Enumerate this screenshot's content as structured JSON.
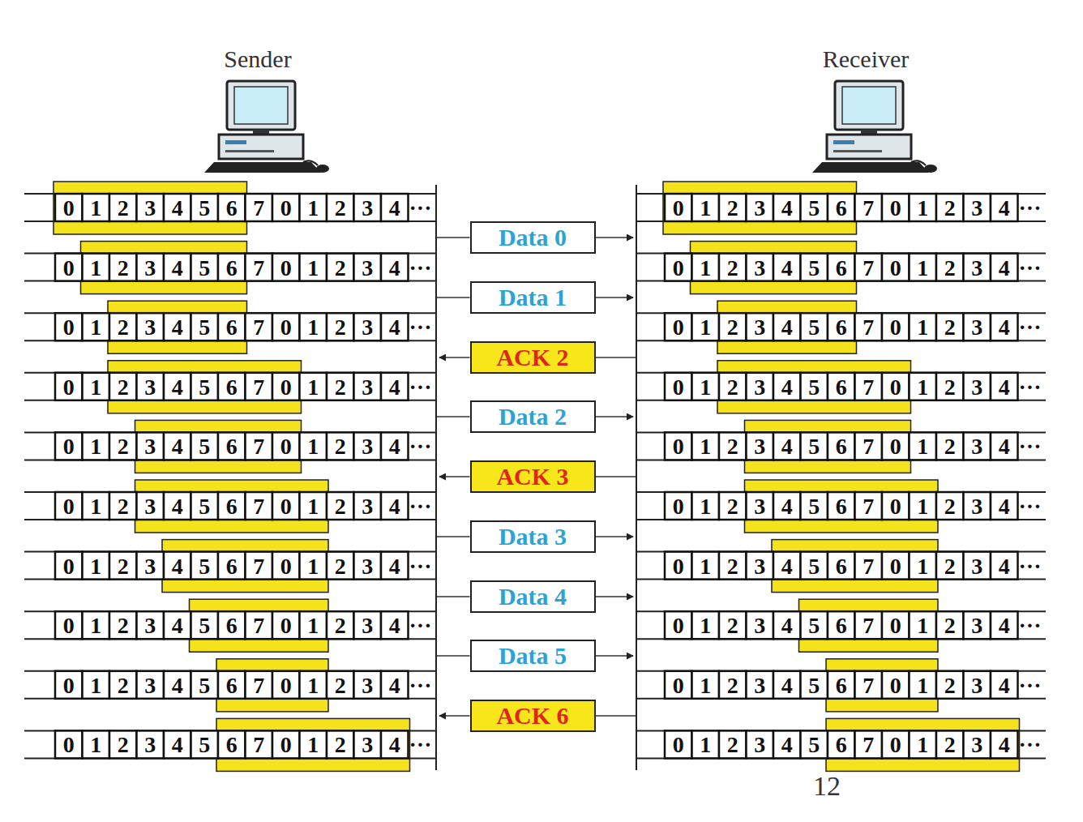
{
  "diagram": {
    "nodes": [
      {
        "text": [
          "Data 0"
        ]
      },
      {
        "text": [
          "Data 1"
        ]
      },
      {
        "text": [
          "ACK 2"
        ]
      },
      {
        "text": [
          "Data 2"
        ]
      },
      {
        "text": [
          "ACK 3"
        ]
      },
      {
        "text": [
          "Data 3"
        ]
      },
      {
        "text": [
          "Data 4"
        ]
      },
      {
        "text": [
          "Data 5"
        ]
      },
      {
        "text": [
          "ACK 6"
        ]
      }
    ],
    "labels": [
      "Sender",
      "Receiver",
      "0",
      "1",
      "2",
      "3",
      "4",
      "5",
      "6",
      "7",
      "0",
      "1",
      "2",
      "3",
      "4",
      "···",
      "0",
      "1",
      "2",
      "3",
      "4",
      "5",
      "6",
      "7",
      "0",
      "1",
      "2",
      "3",
      "4",
      "···",
      "0",
      "1",
      "2",
      "3",
      "4",
      "5",
      "6",
      "7",
      "0",
      "1",
      "2",
      "3",
      "4",
      "···",
      "0",
      "1",
      "2",
      "3",
      "4",
      "5",
      "6",
      "7",
      "0",
      "1",
      "2",
      "3",
      "4",
      "···",
      "0",
      "1",
      "2",
      "3",
      "4",
      "5",
      "6",
      "7",
      "0",
      "1",
      "2",
      "3",
      "4",
      "···",
      "0",
      "1",
      "2",
      "3",
      "4",
      "5",
      "6",
      "7",
      "0",
      "1",
      "2",
      "3",
      "4",
      "···",
      "0",
      "1",
      "2",
      "3",
      "4",
      "5",
      "6",
      "7",
      "0",
      "1",
      "2",
      "3",
      "4",
      "···",
      "0",
      "1",
      "2",
      "3",
      "4",
      "5",
      "6",
      "7",
      "0",
      "1",
      "2",
      "3",
      "4",
      "···",
      "0",
      "1",
      "2",
      "3",
      "4",
      "5",
      "6",
      "7",
      "0",
      "1",
      "2",
      "3",
      "4",
      "···",
      "0",
      "1",
      "2",
      "3",
      "4",
      "5",
      "6",
      "7",
      "0",
      "1",
      "2",
      "3",
      "4",
      "···",
      "0",
      "1",
      "2",
      "3",
      "4",
      "5",
      "6",
      "7",
      "0",
      "1",
      "2",
      "3",
      "4",
      "···",
      "0",
      "1",
      "2",
      "3",
      "4",
      "5",
      "6",
      "7",
      "0",
      "1",
      "2",
      "3",
      "4",
      "···",
      "0",
      "1",
      "2",
      "3",
      "4",
      "5",
      "6",
      "7",
      "0",
      "1",
      "2",
      "3",
      "4",
      "···",
      "0",
      "1",
      "2",
      "3",
      "4",
      "5",
      "6",
      "7",
      "0",
      "1",
      "2",
      "3",
      "4",
      "···",
      "0",
      "1",
      "2",
      "3",
      "4",
      "5",
      "6",
      "7",
      "0",
      "1",
      "2",
      "3",
      "4",
      "···",
      "0",
      "1",
      "2",
      "3",
      "4",
      "5",
      "6",
      "7",
      "0",
      "1",
      "2",
      "3",
      "4",
      "···",
      "0",
      "1",
      "2",
      "3",
      "4",
      "5",
      "6",
      "7",
      "0",
      "1",
      "2",
      "3",
      "4",
      "···",
      "0",
      "1",
      "2",
      "3",
      "4",
      "5",
      "6",
      "7",
      "0",
      "1",
      "2",
      "3",
      "4",
      "···",
      "0",
      "1",
      "2",
      "3",
      "4",
      "5",
      "6",
      "7",
      "0",
      "1",
      "2",
      "3",
      "4",
      "···",
      "0",
      "1",
      "2",
      "3",
      "4",
      "5",
      "6",
      "7",
      "0",
      "1",
      "2",
      "3",
      "4",
      "···",
      "12"
    ]
  }
}
